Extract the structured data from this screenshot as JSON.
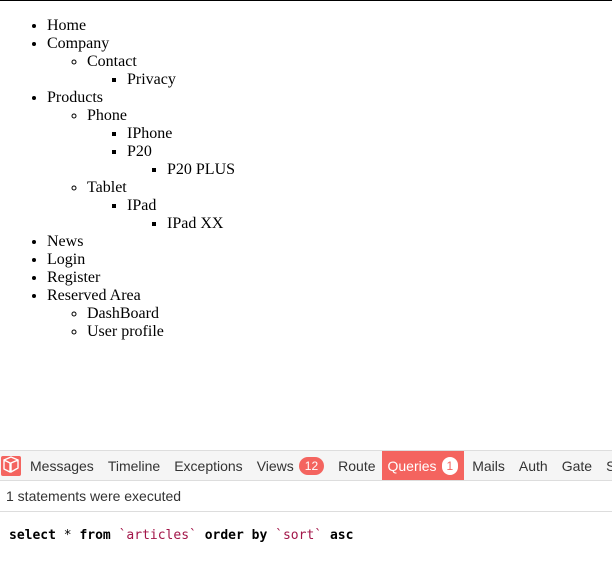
{
  "menu": {
    "items": [
      {
        "label": "Home"
      },
      {
        "label": "Company",
        "children": [
          {
            "label": "Contact",
            "children": [
              {
                "label": "Privacy"
              }
            ]
          }
        ]
      },
      {
        "label": "Products",
        "children": [
          {
            "label": "Phone",
            "children": [
              {
                "label": "IPhone"
              },
              {
                "label": "P20",
                "children": [
                  {
                    "label": "P20 PLUS"
                  }
                ]
              }
            ]
          },
          {
            "label": "Tablet",
            "children": [
              {
                "label": "IPad",
                "children": [
                  {
                    "label": "IPad XX"
                  }
                ]
              }
            ]
          }
        ]
      },
      {
        "label": "News"
      },
      {
        "label": "Login"
      },
      {
        "label": "Register"
      },
      {
        "label": "Reserved Area",
        "children": [
          {
            "label": "DashBoard"
          },
          {
            "label": "User profile"
          }
        ]
      }
    ]
  },
  "debugbar": {
    "logo_icon": "laravel-logo-icon",
    "accent_color": "#f4645f",
    "tabs": [
      {
        "label": "Messages"
      },
      {
        "label": "Timeline"
      },
      {
        "label": "Exceptions"
      },
      {
        "label": "Views",
        "badge": "12"
      },
      {
        "label": "Route"
      },
      {
        "label": "Queries",
        "badge": "1",
        "active": true
      },
      {
        "label": "Mails"
      },
      {
        "label": "Auth"
      },
      {
        "label": "Gate"
      },
      {
        "label": "S"
      }
    ],
    "queries": {
      "status": "1 statements were executed",
      "sql": {
        "select": "select",
        "star": "*",
        "from": "from",
        "table": "`articles`",
        "order": "order",
        "by": "by",
        "column": "`sort`",
        "direction": "asc"
      }
    }
  }
}
